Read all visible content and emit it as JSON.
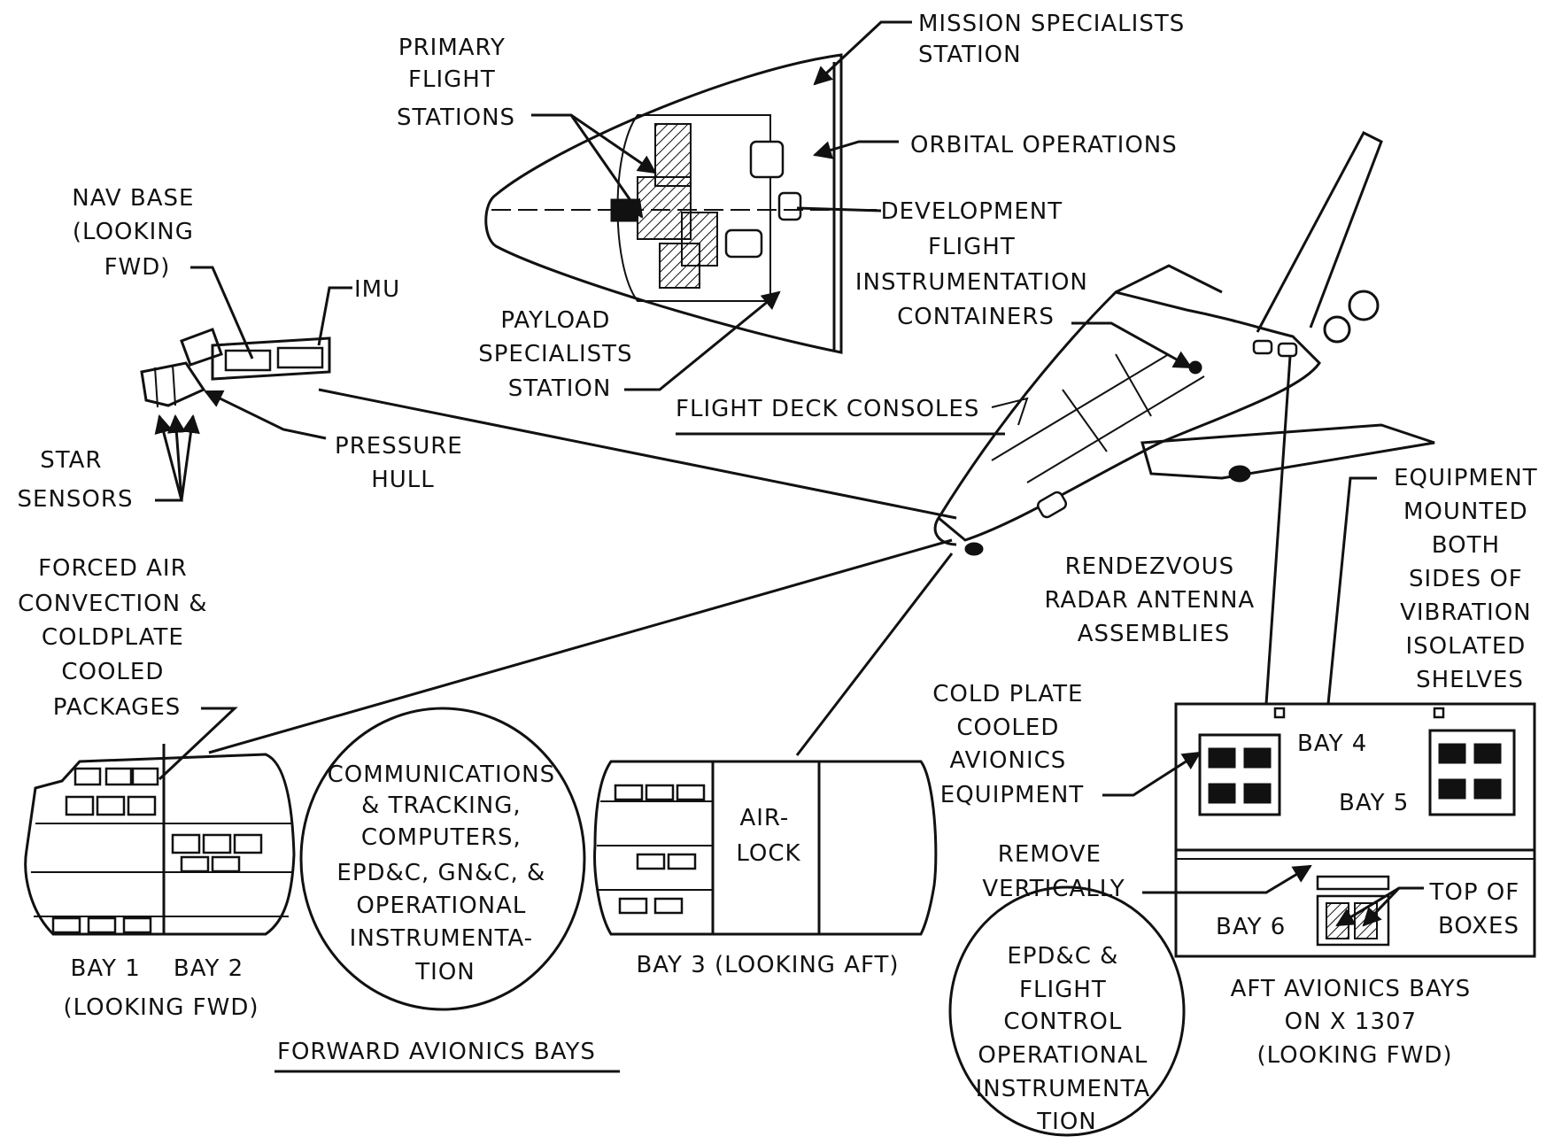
{
  "labels": {
    "mission_specialists": [
      "MISSION SPECIALISTS",
      "STATION"
    ],
    "primary_flight": [
      "PRIMARY",
      "FLIGHT",
      "STATIONS"
    ],
    "orbital_operations": [
      "ORBITAL  OPERATIONS"
    ],
    "development_flight": [
      "DEVELOPMENT",
      "FLIGHT",
      "INSTRUMENTATION",
      "CONTAINERS"
    ],
    "payload_specialists": [
      "PAYLOAD",
      "SPECIALISTS",
      "STATION"
    ],
    "flight_deck_consoles": [
      "FLIGHT DECK CONSOLES"
    ],
    "nav_base": [
      "NAV BASE",
      "(LOOKING",
      "FWD)"
    ],
    "imu": [
      "IMU"
    ],
    "pressure_hull": [
      "PRESSURE",
      "HULL"
    ],
    "star_sensors": [
      "STAR",
      "SENSORS"
    ],
    "forced_air": [
      "FORCED AIR",
      "CONVECTION &",
      "COLDPLATE",
      "COOLED",
      "PACKAGES"
    ],
    "rendezvous_radar": [
      "RENDEZVOUS",
      "RADAR ANTENNA",
      "ASSEMBLIES"
    ],
    "equipment_mounted": [
      "EQUIPMENT",
      "MOUNTED",
      "BOTH",
      "SIDES OF",
      "VIBRATION",
      "ISOLATED",
      "SHELVES"
    ],
    "cold_plate": [
      "COLD PLATE",
      "COOLED",
      "AVIONICS",
      "EQUIPMENT"
    ],
    "comm_circle": [
      "COMMUNICATIONS",
      "& TRACKING,",
      "COMPUTERS,",
      "EPD&C, GN&C, &",
      "OPERATIONAL",
      "INSTRUMENTA-",
      "TION"
    ],
    "airlock": [
      "AIR-",
      "LOCK"
    ],
    "bay12": [
      "BAY 1    BAY 2",
      "(LOOKING FWD)"
    ],
    "bay3": [
      "BAY 3 (LOOKING AFT)"
    ],
    "forward_avionics": [
      "FORWARD AVIONICS BAYS"
    ],
    "remove_vertically": [
      "REMOVE",
      "VERTICALLY"
    ],
    "bay4": [
      "BAY 4"
    ],
    "bay5": [
      "BAY 5"
    ],
    "bay6": [
      "BAY 6"
    ],
    "top_of_boxes": [
      "TOP OF",
      "BOXES"
    ],
    "aft_avionics": [
      "AFT AVIONICS BAYS",
      "ON X 1307",
      "(LOOKING FWD)"
    ],
    "epdc_circle": [
      "EPD&C &",
      "FLIGHT",
      "CONTROL",
      "OPERATIONAL",
      "INSTRUMENTA",
      "TION"
    ]
  }
}
